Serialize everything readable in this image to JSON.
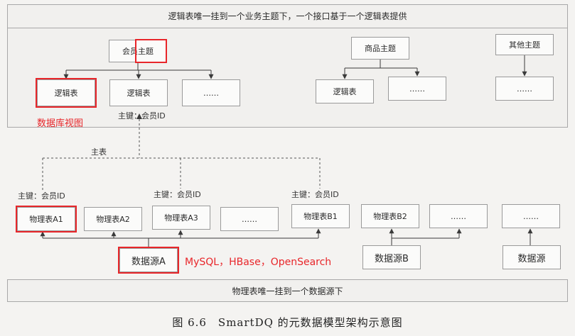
{
  "top_banner": "逻辑表唯一挂到一个业务主题下，一个接口基于一个逻辑表提供",
  "bottom_banner": "物理表唯一挂到一个数据源下",
  "caption": "图 6.6　SmartDQ 的元数据模型架构示意图",
  "logical_layer": {
    "topics": [
      "会员主题",
      "商品主题",
      "其他主题"
    ],
    "member_children": [
      "逻辑表",
      "逻辑表",
      "……"
    ],
    "goods_children": [
      "逻辑表",
      "……"
    ],
    "other_children": [
      "……"
    ],
    "pk_label": "主键：会员ID",
    "main_table_label": "主表"
  },
  "physical_layer": {
    "pk_labels": [
      "主键：会员ID",
      "主键：会员ID",
      "主键：会员ID"
    ],
    "tables": [
      "物理表A1",
      "物理表A2",
      "物理表A3",
      "……",
      "物理表B1",
      "物理表B2",
      "……",
      "……"
    ],
    "sources": [
      "数据源A",
      "数据源B",
      "数据源"
    ]
  },
  "annotations": {
    "db_view": "数据库视图",
    "engines": "MySQL，HBase，OpenSearch",
    "color": "#e8262a"
  }
}
